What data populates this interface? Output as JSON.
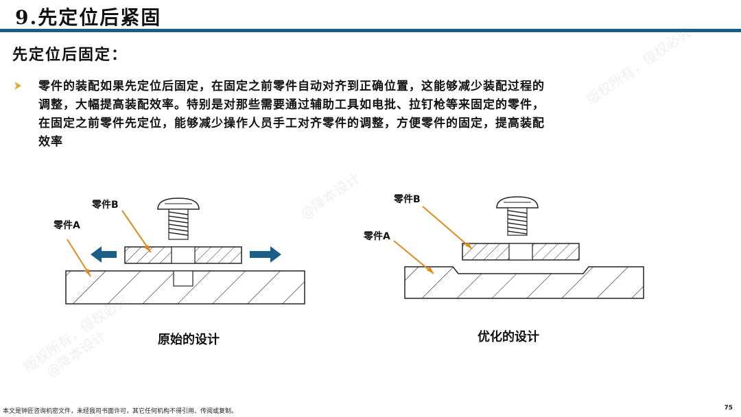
{
  "slide": {
    "title": "9.先定位后紧固",
    "accent_color": "#1d5e88",
    "page_number": "75"
  },
  "section": {
    "heading": "先定位后固定："
  },
  "bullet": {
    "icon": "orange-arrow-bullet-icon",
    "icon_color": "#e8a33c",
    "lines": [
      "零件的装配如果先定位后固定，在固定之前零件自动对齐到正确位置，这能够减少装配过程的",
      "调整，大幅提高装配效率。特别是对那些需要通过辅助工具如电批、拉钉枪等来固定的零件，",
      "在固定之前零件先定位，能够减少操作人员手工对齐零件的调整，方便零件的固定，提高装配",
      "效率"
    ]
  },
  "diagrams": {
    "original": {
      "label_part_b": "零件B",
      "label_part_a": "零件A",
      "caption": "原始的设计",
      "arrow_color": "#1d5e88",
      "leader_color": "#e08a1e"
    },
    "optimized": {
      "label_part_b": "零件B",
      "label_part_a": "零件A",
      "caption": "优化的设计",
      "leader_color": "#e08a1e"
    }
  },
  "watermarks": [
    "版权所有，侵权必究",
    "@降本设计",
    "版权所有，侵权必究",
    "@降本设计"
  ],
  "footer": {
    "notice": "本文是钟匠咨询机密文件，未经我司书面许可，其它任何机构不得引用、传阅或复制。"
  }
}
